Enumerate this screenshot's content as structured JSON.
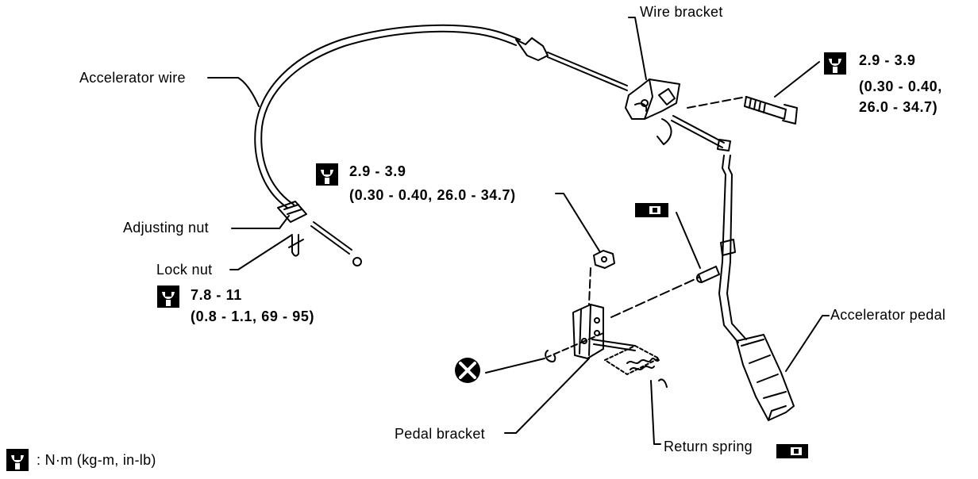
{
  "labels": {
    "wire_bracket": "Wire bracket",
    "accelerator_wire": "Accelerator wire",
    "adjusting_nut": "Adjusting nut",
    "lock_nut": "Lock nut",
    "accelerator_pedal": "Accelerator pedal",
    "pedal_bracket": "Pedal bracket",
    "return_spring": "Return spring"
  },
  "torque": {
    "bracket_bolt": {
      "line1": "2.9 - 3.9",
      "line2": "(0.30 - 0.40,",
      "line3": "26.0 - 34.7)"
    },
    "pedal_nut": {
      "line1": "2.9 - 3.9",
      "line2": "(0.30 - 0.40, 26.0 - 34.7)"
    },
    "lock_nut": {
      "line1": "7.8 - 11",
      "line2": "(0.8 - 1.1, 69 - 95)"
    }
  },
  "legend": {
    "unit_text": ": N·m (kg-m, in-lb)"
  },
  "icons": {
    "torque": "torque-wrench-icon",
    "grease": "grease-icon",
    "replace": "do-not-reuse-icon"
  }
}
